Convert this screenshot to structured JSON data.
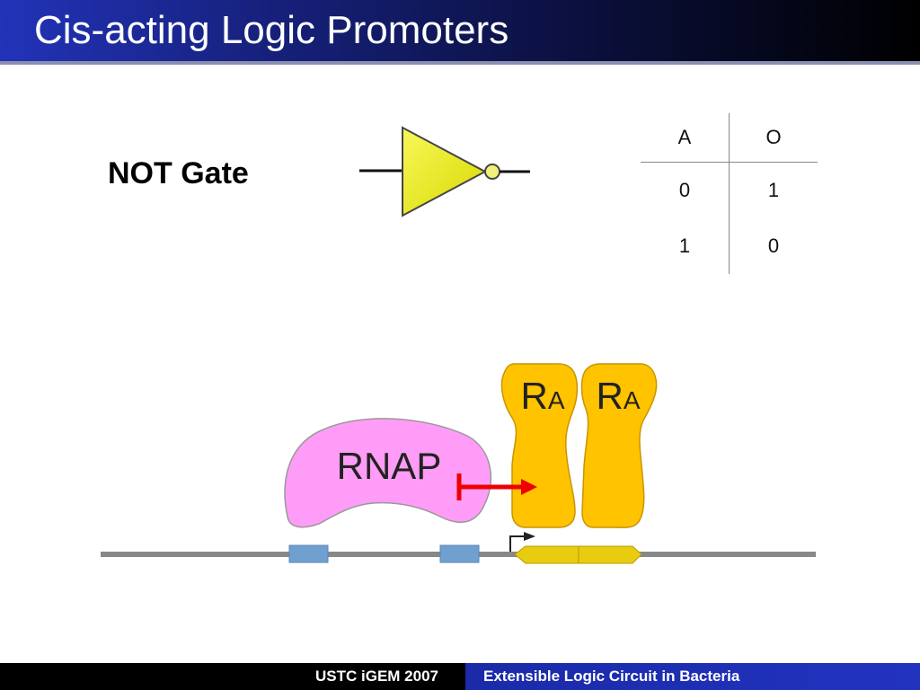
{
  "slide": {
    "title": "Cis-acting Logic Promoters",
    "gate_label": "NOT Gate"
  },
  "truth_table": {
    "headers": [
      "A",
      "O"
    ],
    "rows": [
      [
        "0",
        "1"
      ],
      [
        "1",
        "0"
      ]
    ]
  },
  "diagram": {
    "rnap_label": "RNAP",
    "repressor_labels": [
      {
        "main": "R",
        "sub": "A"
      },
      {
        "main": "R",
        "sub": "A"
      }
    ]
  },
  "colors": {
    "title_bar_start": "#2233b8",
    "gate_fill": "#f0f000",
    "rnap_fill": "#ff9cf7",
    "repressor_fill": "#ffc300",
    "inhibit_arrow": "#ee0000",
    "dna": "#888888",
    "operator_box": "#6fa0d0",
    "gene_fill": "#e8cc10"
  },
  "footer": {
    "left": "USTC iGEM 2007",
    "right": "Extensible Logic Circuit in Bacteria"
  }
}
